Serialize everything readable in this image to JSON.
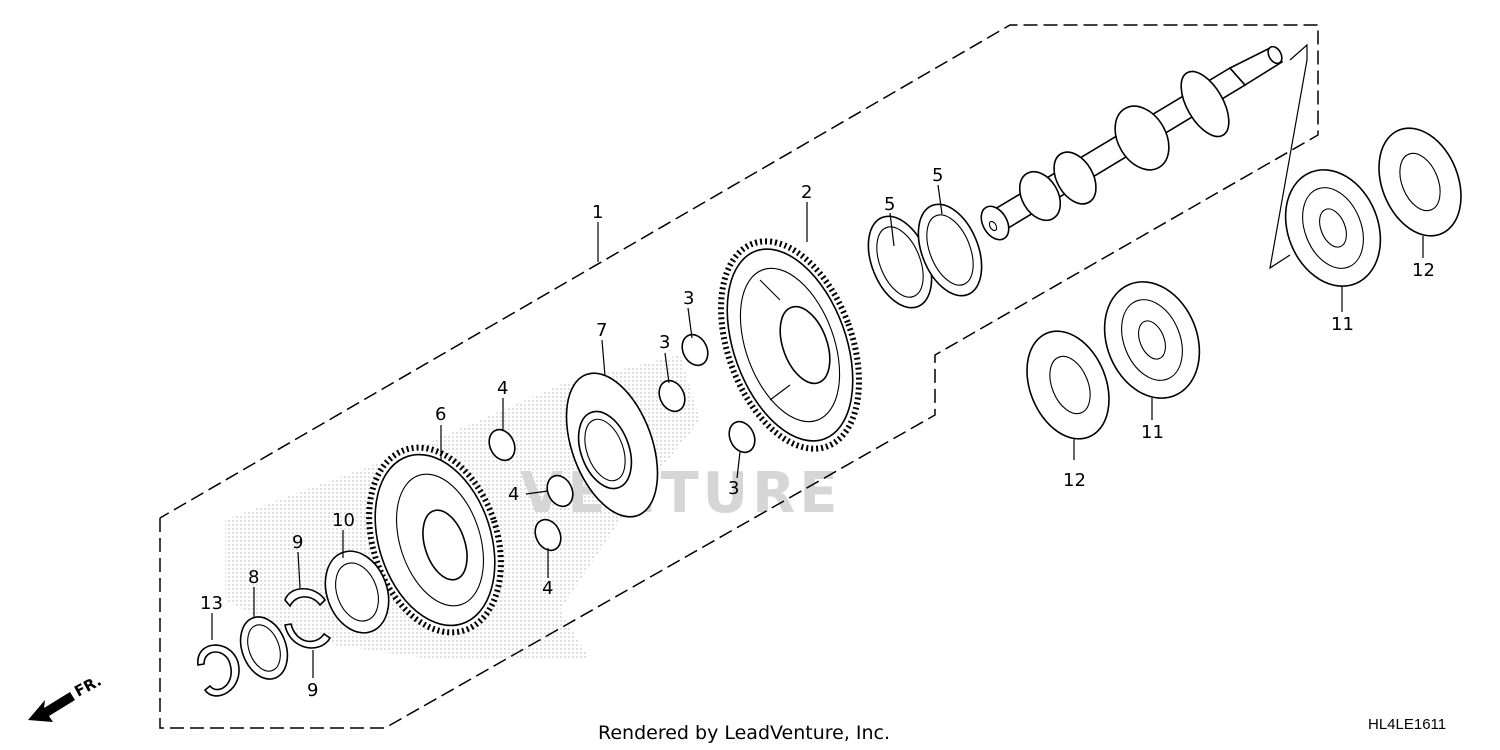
{
  "labels": {
    "l1": "1",
    "l2": "2",
    "l3a": "3",
    "l3b": "3",
    "l3c": "3",
    "l4a": "4",
    "l4b": "4",
    "l4c": "4",
    "l5a": "5",
    "l5b": "5",
    "l6": "6",
    "l7": "7",
    "l8": "8",
    "l9a": "9",
    "l9b": "9",
    "l10": "10",
    "l11a": "11",
    "l11b": "11",
    "l12a": "12",
    "l12b": "12",
    "l13": "13"
  },
  "direction": {
    "text": "FR.",
    "icon": "front-direction-arrow-icon"
  },
  "footer": {
    "rendered_by": "Rendered by LeadVenture, Inc.",
    "diagram_code": "HL4LE1611"
  },
  "watermark": {
    "text": "VENTURE"
  }
}
